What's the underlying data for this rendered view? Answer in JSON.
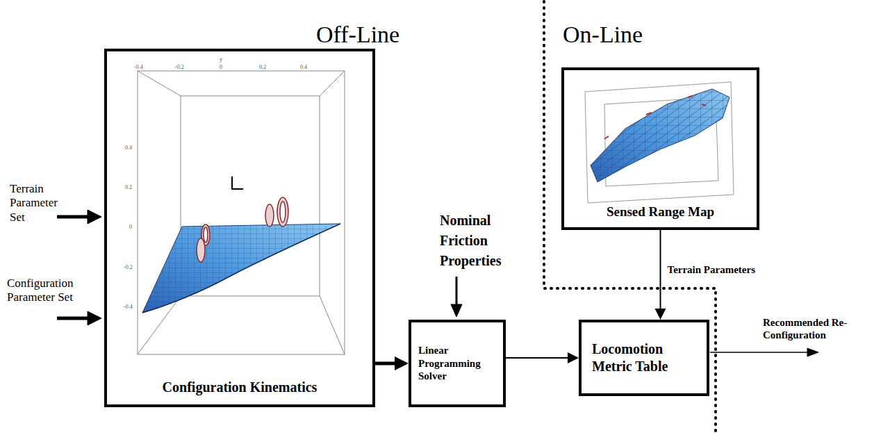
{
  "diagram": {
    "nodes": [
      {
        "text": [
          "Configuration Kinematics"
        ]
      },
      {
        "text": [
          "Sensed Range Map"
        ]
      },
      {
        "text": [
          "Linear Programming Solver"
        ]
      },
      {
        "text": [
          "Locomotion Metric Table"
        ]
      }
    ],
    "edges": [
      {
        "from": 0,
        "to": 2,
        "arrow": "to"
      },
      {
        "from": 2,
        "to": 3,
        "arrow": "to"
      },
      {
        "from": 1,
        "to": 3,
        "label": "Terrain Parameters",
        "arrow": "to"
      }
    ],
    "labels": [
      "Off-Line",
      "On-Line",
      "Terrain Parameter Set",
      "Configuration Parameter Set",
      "Nominal Friction Properties",
      "Recommended Re-Configuration",
      "y",
      "-0.4",
      "-0.2",
      "0",
      "0.2",
      "0.4",
      "0.4",
      "0.2",
      "0",
      "-0.2",
      "-0.4"
    ]
  }
}
